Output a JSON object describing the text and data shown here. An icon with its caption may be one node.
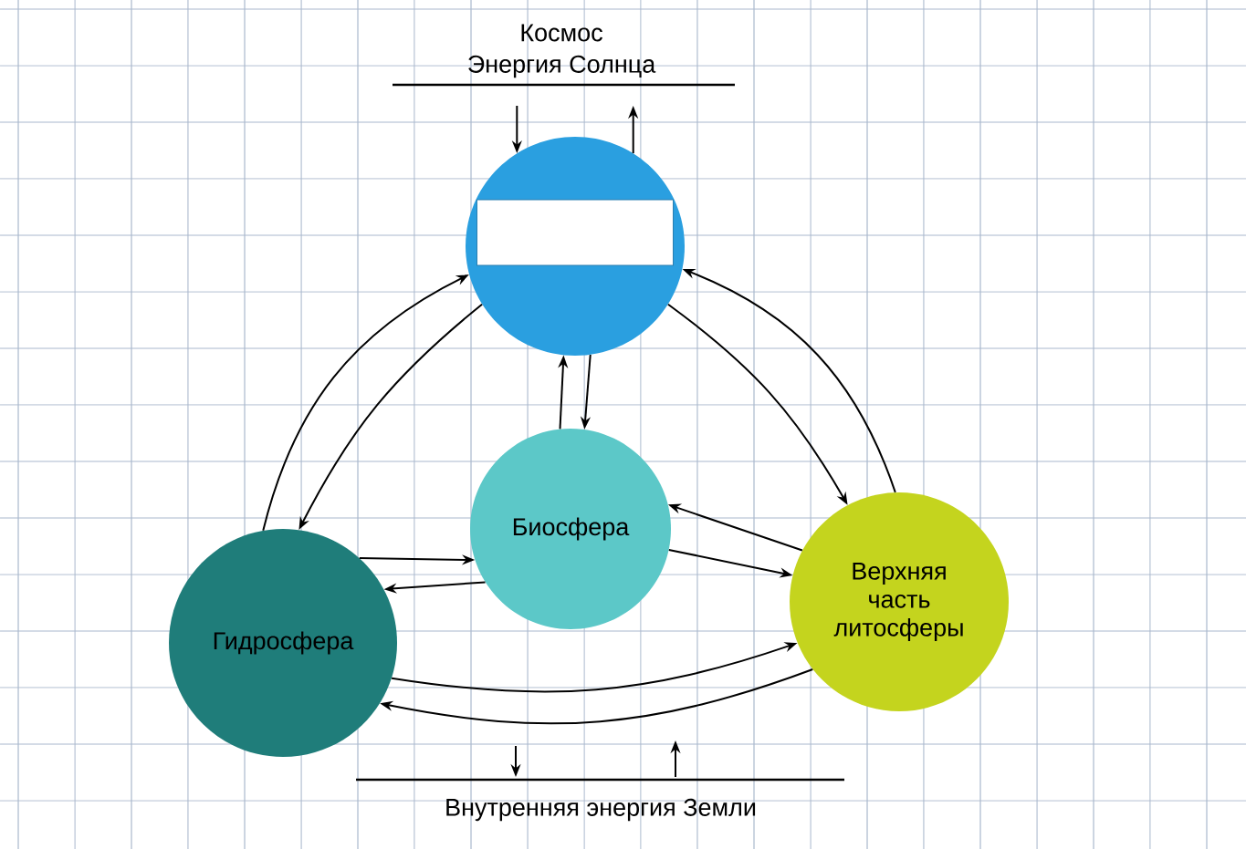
{
  "diagram": {
    "nodes": [
      {
        "text": [],
        "shape": "circle"
      },
      {
        "text": [],
        "shape": "box",
        "in": 0
      },
      {
        "text": [
          "Биосфера"
        ]
      },
      {
        "text": [
          "Гидросфера"
        ]
      },
      {
        "text": [
          "Верхняя часть литосферы"
        ]
      }
    ],
    "edges": [
      {
        "from": null,
        "to": 0,
        "arrow": "to"
      },
      {
        "from": 0,
        "to": null,
        "arrow": "to"
      },
      {
        "from": 3,
        "to": 0,
        "arrow": "to"
      },
      {
        "from": 0,
        "to": 3,
        "arrow": "to"
      },
      {
        "from": 0,
        "to": 4,
        "arrow": "to"
      },
      {
        "from": 4,
        "to": 0,
        "arrow": "to"
      },
      {
        "from": 2,
        "to": 0,
        "arrow": "to"
      },
      {
        "from": 0,
        "to": 2,
        "arrow": "to"
      },
      {
        "from": 3,
        "to": 2,
        "arrow": "to"
      },
      {
        "from": 2,
        "to": 3,
        "arrow": "to"
      },
      {
        "from": 4,
        "to": 2,
        "arrow": "to"
      },
      {
        "from": 2,
        "to": 4,
        "arrow": "to"
      },
      {
        "from": 3,
        "to": 4,
        "arrow": "to"
      },
      {
        "from": 4,
        "to": 3,
        "arrow": "to"
      }
    ],
    "labels": [
      "Космос",
      "Энергия Солнца",
      "Внутренняя энергия Земли"
    ]
  }
}
